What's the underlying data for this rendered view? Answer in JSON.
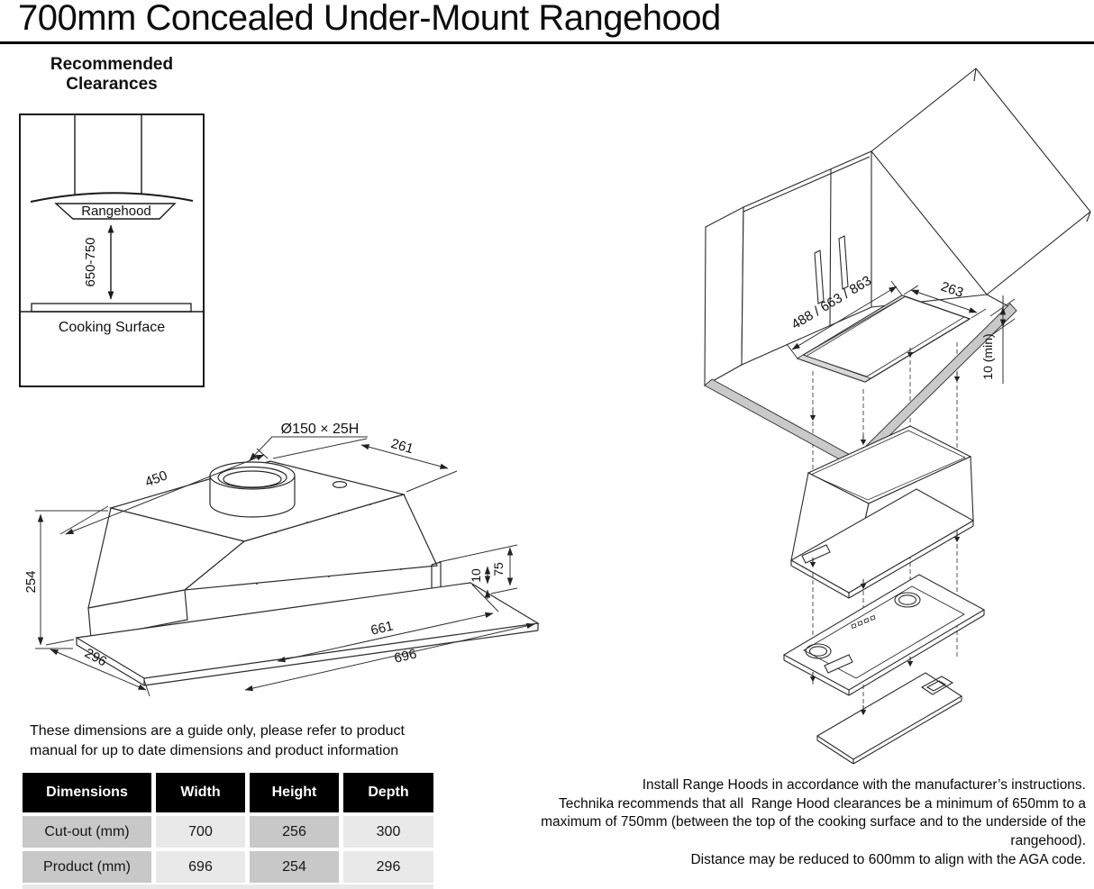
{
  "title": "700mm Concealed Under-Mount Rangehood",
  "clearances": {
    "heading_line1": "Recommended",
    "heading_line2": "Clearances",
    "rangehood_label": "Rangehood",
    "clearance_range": "650-750",
    "cooking_surface_label": "Cooking Surface"
  },
  "product_drawing": {
    "duct_label": "Ø150 × 25H",
    "top_width": "450",
    "top_depth": "261",
    "height": "254",
    "bottom_depth": "296",
    "body_width": "661",
    "overall_width": "696",
    "flange_gap": "10",
    "right_height": "75"
  },
  "install_drawing": {
    "cutout_widths": "488 / 663 / 863",
    "cutout_depth": "263",
    "min_clearance": "10 (min)"
  },
  "note": {
    "line1": "These dimensions are a guide only, please refer to product",
    "line2": "manual for up to date dimensions and product information"
  },
  "table": {
    "headers": [
      "Dimensions",
      "Width",
      "Height",
      "Depth"
    ],
    "rows": [
      {
        "label": "Cut-out (mm)",
        "width": "700",
        "height": "256",
        "depth": "300"
      },
      {
        "label": "Product (mm)",
        "width": "696",
        "height": "254",
        "depth": "296"
      }
    ]
  },
  "footer": {
    "lines": [
      "Install Range Hoods in accordance with the manufacturer’s instructions.",
      "Technika recommends that all  Range Hood clearances be a minimum of 650mm to a",
      "maximum of 750mm (between the top of the cooking surface and to the underside of the",
      "rangehood).",
      "Distance may be reduced to 600mm to align with the AGA code."
    ]
  },
  "colors": {
    "table_header_bg": "#000000",
    "table_header_text": "#ffffff",
    "cell_dark": "#c8c8c8",
    "cell_light": "#e9e9e9",
    "line_art": "#2b2b2b",
    "rail_gray": "#c9c9c9"
  }
}
